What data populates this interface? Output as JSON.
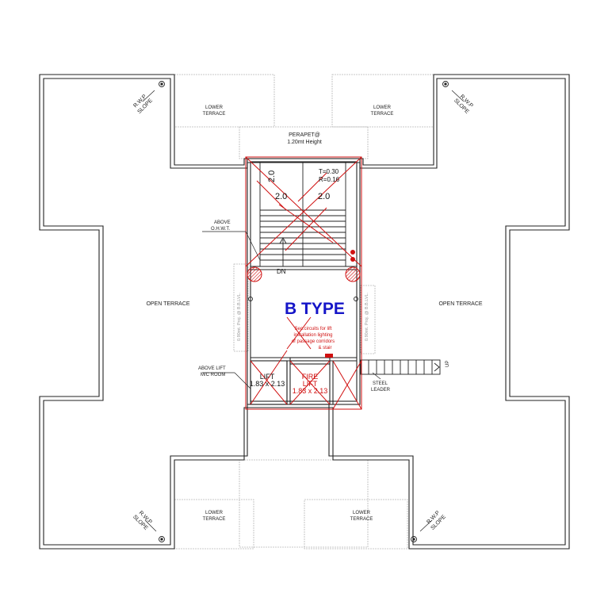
{
  "title": "B TYPE",
  "colors": {
    "walls": "#222222",
    "fire": "#d01010",
    "title": "#1515c8",
    "faint": "#b5b5b5"
  },
  "terraces": {
    "lower_terrace": "LOWER\nTERRACE",
    "open_terrace_left": "OPEN TERRACE",
    "open_terrace_right": "OPEN TERRACE"
  },
  "rwp": {
    "line1": "R.W.P",
    "line2": "SLOPE"
  },
  "parapet": {
    "line1": "PERAPET@",
    "line2": "1.20mt Height"
  },
  "stair": {
    "dim_vertical": "2.0",
    "dim_left": "2.0",
    "dim_right": "2.0",
    "tread": "T=0.30",
    "riser": "R=0.16",
    "down": "DN"
  },
  "notes": {
    "above_ohwt_1": "ABOVE",
    "above_ohwt_2": "O.H.W.T.",
    "above_lift_1": "ABOVE LIFT",
    "above_lift_2": "M/C ROOM",
    "steel_leader_1": "STEEL",
    "steel_leader_2": "LEADER",
    "up": "UP",
    "lift_note_1": "Sec.circuits for lift",
    "lift_note_2": "installation lighting",
    "lift_note_3": "of passage corridors",
    "lift_note_4": "& stair"
  },
  "lifts": {
    "lift_label": "LIFT",
    "lift_size": "1.83 x 2.13",
    "fire_lift_1": "FIRE",
    "fire_lift_2": "LIFT",
    "fire_lift_size": "1.83 x 2.13"
  },
  "faint_labels": {
    "left": "0.90mt. Proj. @ B.B.LVL.",
    "right": "0.90mt. Proj. @ B.B.LVL."
  }
}
